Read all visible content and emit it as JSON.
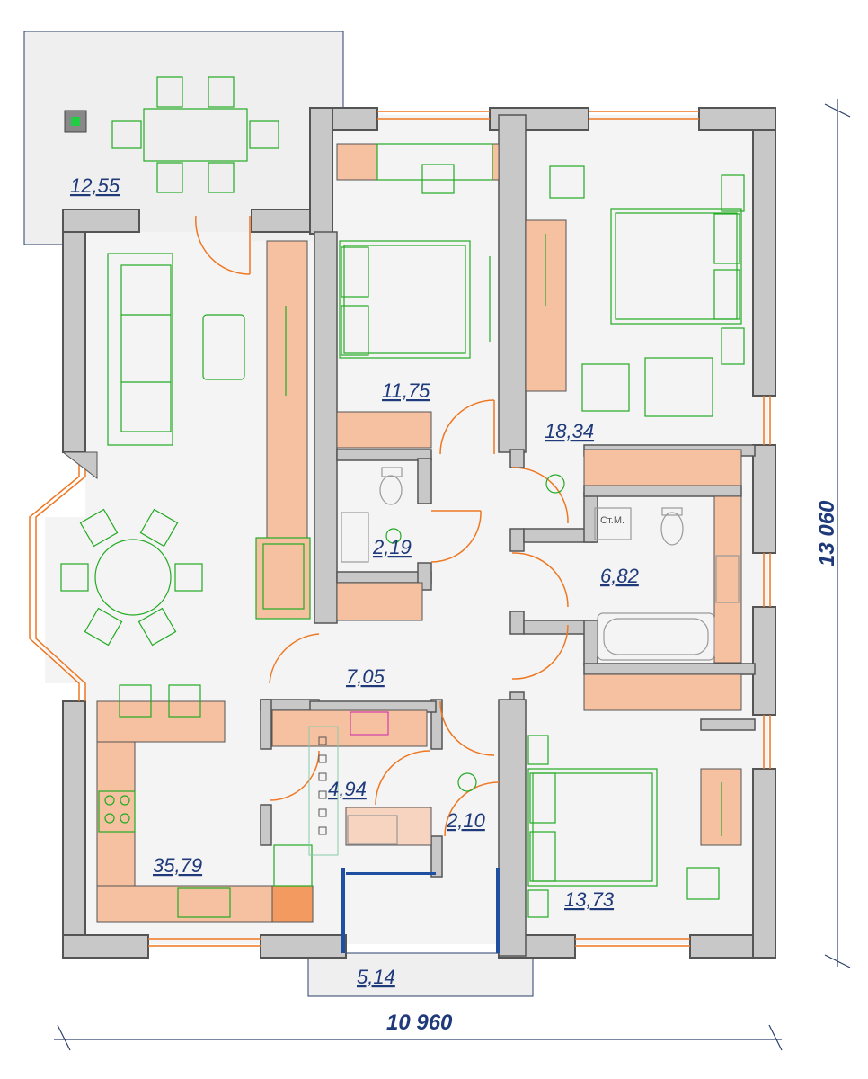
{
  "plan": {
    "total_width": "10 960",
    "total_height": "13 060",
    "wc_label": "Ст.М.",
    "rooms": [
      {
        "id": "terrace",
        "area": "12,55"
      },
      {
        "id": "bedroom-top-left",
        "area": "11,75"
      },
      {
        "id": "bedroom-top-right",
        "area": "18,34"
      },
      {
        "id": "wc-small",
        "area": "2,19"
      },
      {
        "id": "bathroom",
        "area": "6,82"
      },
      {
        "id": "hallway",
        "area": "7,05"
      },
      {
        "id": "vestibule",
        "area": "4,94"
      },
      {
        "id": "closet",
        "area": "2,10"
      },
      {
        "id": "bedroom-bottom-right",
        "area": "13,73"
      },
      {
        "id": "living-kitchen",
        "area": "35,79"
      },
      {
        "id": "porch",
        "area": "5,14"
      }
    ]
  },
  "colors": {
    "wall": "#c8c8c8",
    "wall_outline": "#555555",
    "floor": "#f4f4f4",
    "furniture": "#f6c1a0",
    "furniture_line": "#22aa22",
    "door": "#ee7722",
    "dimension": "#1f3a7a"
  }
}
